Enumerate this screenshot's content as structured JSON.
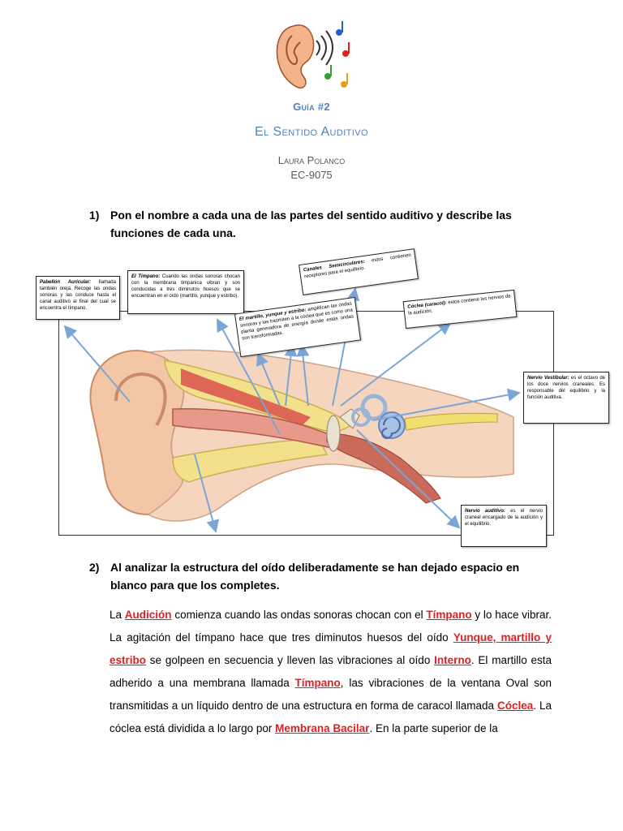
{
  "header": {
    "guide": "Guía #2",
    "title": "El Sentido Auditivo",
    "author": "Laura Polanco",
    "code": "EC-9075"
  },
  "questions": [
    {
      "number": "1)",
      "text": "Pon el nombre a cada una de las partes del sentido auditivo y describe las funciones de cada una."
    },
    {
      "number": "2)",
      "text": "Al analizar la estructura del oído deliberadamente se han dejado espacio en blanco para que los completes."
    }
  ],
  "labels": {
    "pabellon": {
      "term": "Pabellón Auricular:",
      "text": " llamada también oreja. Recoge las ondas sonoras y las conduce hasta el canal auditivo al final del cual se encuentra el tímpano."
    },
    "timpano": {
      "term": "El Tímpano:",
      "text": " Cuando las ondas sonoras chocan con la membrana timpánica vibran y son conducidas a tres diminutos huesos que se encuentran en el oído (martillo, yunque y estribo)."
    },
    "canales": {
      "term": "Canales Semicirculares:",
      "text": " estos contienen receptores para el equilibrio."
    },
    "martillo": {
      "term": "El martillo, yunque y estribo:",
      "text": " amplifican las ondas sonoras y las trasmiten a la cóclea que es como una planta generadora de energía donde estas ondas son transformadas."
    },
    "coclea": {
      "term": "Cóclea (caracol):",
      "text": " estos contiene los nervios de la audición."
    },
    "vestibular": {
      "term": "Nervio Vestibular:",
      "text": " es el octavo de los doce nervios craneales. Es responsable del equilibrio y la función auditiva."
    },
    "auditivo": {
      "term": "Nervio auditivo:",
      "text": " es el nervio craneal encargado de la audición y el equilibrio."
    }
  },
  "paragraph": {
    "t1": "La ",
    "a1": "Audición",
    "t2": " comienza cuando las ondas sonoras chocan con el ",
    "a2": "Tímpano",
    "t3": " y lo hace vibrar. La agitación del tímpano hace que tres diminutos huesos del oído ",
    "a3": "Yunque, martillo y estribo",
    "t4": " se golpeen en secuencia y lleven las vibraciones al oído ",
    "a4": "Interno",
    "t5": ". El martillo esta adherido a una membrana llamada ",
    "a5": "Tímpano",
    "t6": ", las vibraciones de la ventana Oval son transmitidas a un líquido dentro de una estructura en forma de caracol llamada ",
    "a6": "Cóclea",
    "t7": ". La cóclea está dividida a lo largo por ",
    "a7": "Membrana Bacilar",
    "t8": ".  En la parte superior de la"
  },
  "colors": {
    "accent": "#4f81bd",
    "answer": "#e02020",
    "arrow": "#7aa6d6"
  }
}
